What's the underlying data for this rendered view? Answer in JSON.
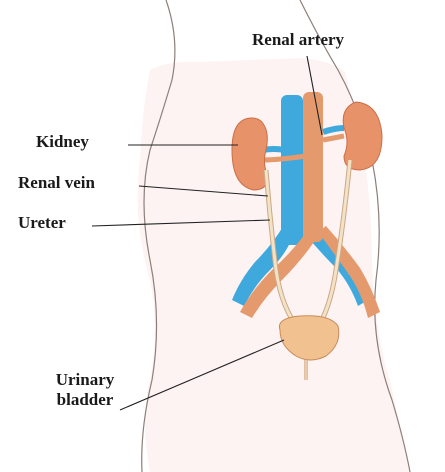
{
  "labels": {
    "renal_artery": "Renal  artery",
    "kidney": "Kidney",
    "renal_vein": "Renal vein",
    "ureter": "Ureter",
    "urinary_bladder_line1": "Urinary",
    "urinary_bladder_line2": "bladder"
  },
  "colors": {
    "vein_blue": "#3fa8dc",
    "artery_orange": "#e59a6d",
    "kidney": "#e8926a",
    "ureter": "#f3e2c4",
    "bladder": "#f1c28f",
    "skin_outline": "#c9b8b0",
    "skin_fill": "#fbeeee",
    "leader_line": "#222222"
  }
}
